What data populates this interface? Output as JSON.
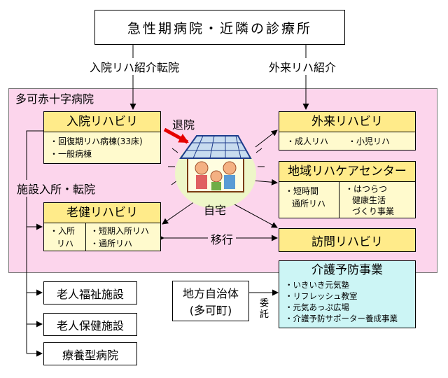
{
  "top": {
    "title": "急性期病院・近隣の診療所"
  },
  "labels": {
    "inpatient_referral": "入院リハ紹介転院",
    "outpatient_referral": "外来リハ紹介",
    "hospital_name": "多可赤十字病院",
    "discharge": "退院",
    "facility_admission": "施設入所・転院",
    "home": "自宅",
    "transition": "移行",
    "outsource": "委託"
  },
  "inpatient": {
    "title": "入院リハビリ",
    "items": [
      "・回復期リハ病棟(33床)",
      "・一般病棟"
    ]
  },
  "outpatient": {
    "title": "外来リハビリ",
    "items": [
      "・成人リハ",
      "・小児リハ"
    ]
  },
  "community_center": {
    "title": "地域リハケアセンター",
    "left": [
      "・短時間",
      "通所リハ"
    ],
    "right": [
      "・はつらつ",
      "健康生活",
      "づくり事業"
    ]
  },
  "elderly_health": {
    "title": "老健リハビリ",
    "left": [
      "・入所",
      "リハ"
    ],
    "right": [
      "・短期入所リハ",
      "・通所リハ"
    ]
  },
  "home_visit": {
    "title": "訪問リハビリ"
  },
  "facilities": [
    "老人福祉施設",
    "老人保健施設",
    "療養型病院"
  ],
  "municipality": {
    "line1": "地方自治体",
    "line2": "(多可町)"
  },
  "prevention": {
    "title": "介護予防事業",
    "items": [
      "・いきいき元気塾",
      "・リフレッシュ教室",
      "・元気あっぷ広場",
      "・介護予防サポーター養成事業"
    ]
  },
  "colors": {
    "hospital_bg": "#fcd5ec",
    "card_bg": "#fffacd",
    "card_header": "#ffeb8a",
    "prevention_bg": "#ccf5f5",
    "discharge_arrow": "#e60000",
    "home_circle": "#eef6c8"
  }
}
